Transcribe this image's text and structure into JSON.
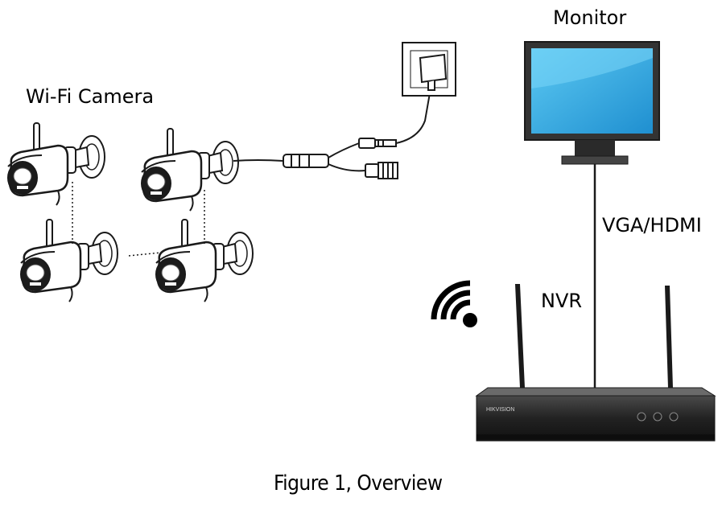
{
  "labels": {
    "wifi_camera": "Wi-Fi Camera",
    "monitor": "Monitor",
    "vga_hdmi": "VGA/HDMI",
    "nvr": "NVR",
    "caption": "Figure 1, Overview"
  },
  "nvr_brand": "HIKVISION",
  "icons": {
    "wifi": "wifi-signal-icon",
    "power_adapter": "power-adapter-icon"
  },
  "colors": {
    "screen_light": "#4fc0ee",
    "screen_dark": "#1d8fcc",
    "device_body": "#2d2d2d",
    "camera_body": "#ffffff",
    "outline": "#1a1a1a"
  }
}
